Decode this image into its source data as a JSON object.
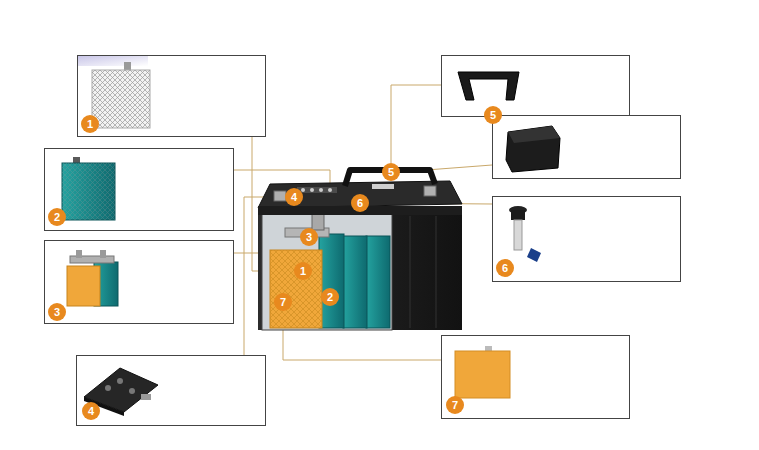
{
  "diagram": {
    "labels": [
      "1",
      "5",
      "5",
      "4",
      "6",
      "2",
      "3",
      "6",
      "1",
      "2",
      "7",
      "3",
      "7",
      "4"
    ]
  }
}
